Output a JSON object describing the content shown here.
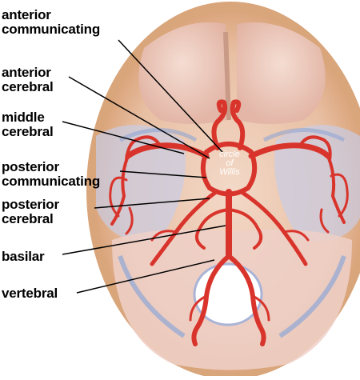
{
  "labels": {
    "anterior_communicating": [
      "anterior",
      "communicating"
    ],
    "anterior_cerebral": [
      "anterior",
      "cerebral"
    ],
    "middle_cerebral": [
      "middle",
      "cerebral"
    ],
    "posterior_communicating": [
      "posterior",
      "communicating"
    ],
    "posterior_cerebral": [
      "posterior",
      "cerebral"
    ],
    "basilar": [
      "basilar"
    ],
    "vertebral": [
      "vertebral"
    ]
  },
  "circle_label": [
    "circle",
    "of",
    "Willis"
  ],
  "colors": {
    "artery": "#d9342b",
    "artery_dark": "#a8201a",
    "skull": "#e6b98f",
    "brain_base": "#e9c4b8",
    "vessel_blue": "#8fa7d6",
    "leader": "#000000"
  }
}
